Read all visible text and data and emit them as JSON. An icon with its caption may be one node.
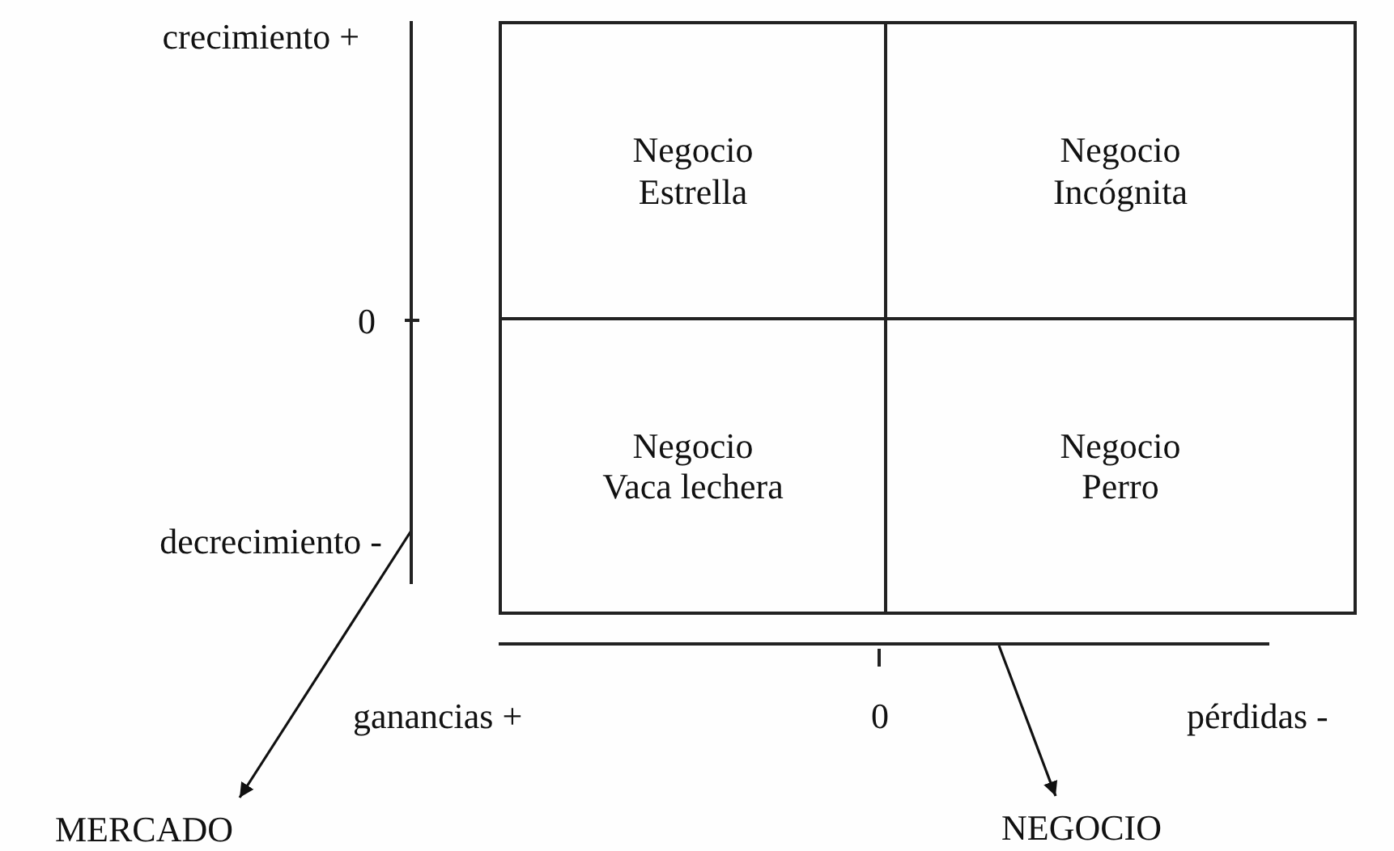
{
  "diagram": {
    "nodes": [
      {
        "text": [],
        "shape": "bar"
      },
      {
        "text": [
          "Negocio Estrella"
        ]
      },
      {
        "text": [
          "Negocio Incógnita"
        ]
      },
      {
        "text": [
          "Negocio Vaca lechera"
        ]
      },
      {
        "text": [
          "Negocio Perro"
        ]
      },
      {
        "text": [],
        "shape": "bar"
      },
      {
        "text": [
          "MERCADO"
        ]
      },
      {
        "text": [
          "NEGOCIO"
        ]
      }
    ],
    "edges": [
      {
        "from": 0,
        "to": 6,
        "arrow": "to"
      },
      {
        "from": 5,
        "to": 7,
        "arrow": "to"
      }
    ],
    "labels": [
      "crecimiento +",
      "0",
      "decrecimiento -",
      "ganancias +",
      "0",
      "pérdidas -"
    ]
  }
}
